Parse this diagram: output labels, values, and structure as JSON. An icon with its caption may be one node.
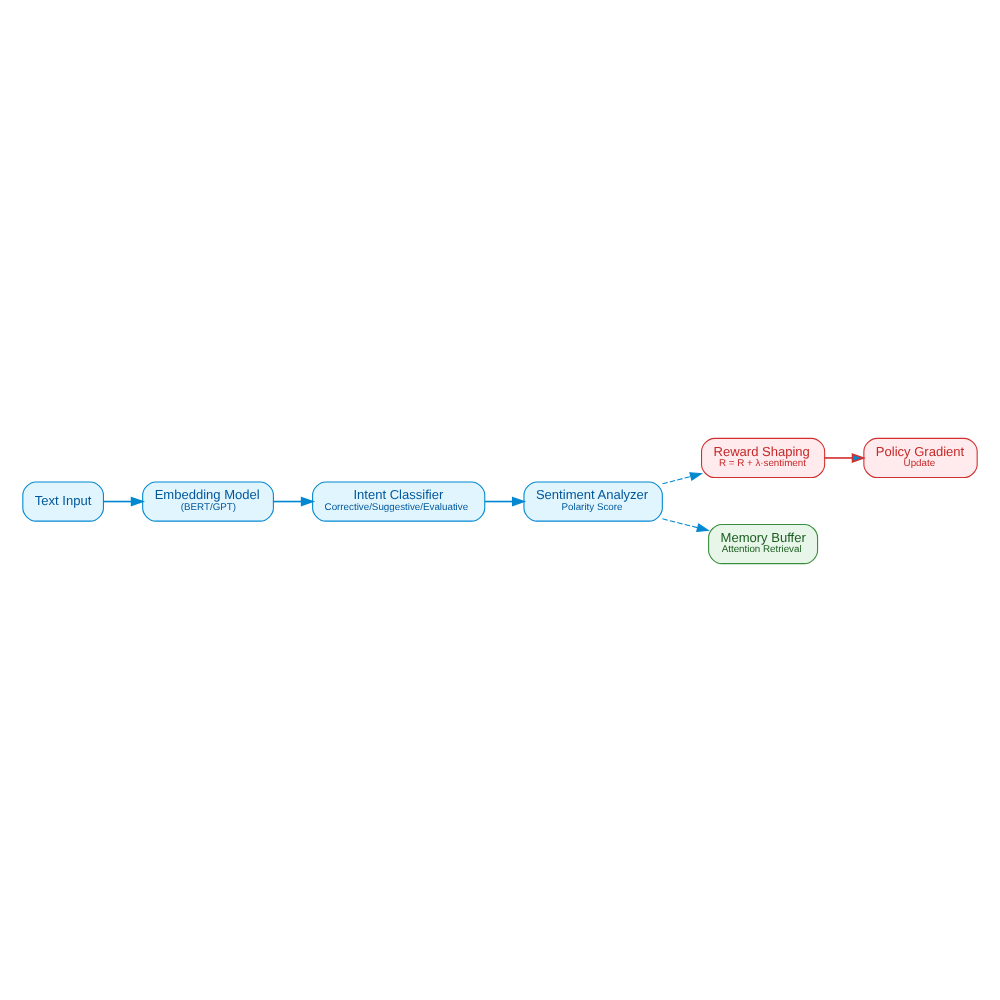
{
  "diagram": {
    "nodes": [
      {
        "text": [
          "Text Input"
        ]
      },
      {
        "text": [
          "Embedding Model",
          "(BERT/GPT)"
        ]
      },
      {
        "text": [
          "Intent Classifier",
          "Corrective/Suggestive/Evaluative"
        ]
      },
      {
        "text": [
          "Sentiment Analyzer",
          "Polarity Score"
        ]
      },
      {
        "text": [
          "Reward Shaping",
          "R = R + λ·sentiment"
        ]
      },
      {
        "text": [
          "Policy Gradient",
          "Update"
        ]
      },
      {
        "text": [
          "Memory Buffer",
          "Attention Retrieval"
        ]
      }
    ],
    "edges": [
      {
        "from": 0,
        "to": 1,
        "arrow": "to"
      },
      {
        "from": 1,
        "to": 2,
        "arrow": "to"
      },
      {
        "from": 2,
        "to": 3,
        "arrow": "to"
      },
      {
        "from": 3,
        "to": 4,
        "arrow": "to",
        "style": "dashed"
      },
      {
        "from": 3,
        "to": 6,
        "arrow": "to",
        "style": "dashed"
      },
      {
        "from": 4,
        "to": 5,
        "arrow": "to",
        "color": "#d32f2f"
      }
    ]
  }
}
